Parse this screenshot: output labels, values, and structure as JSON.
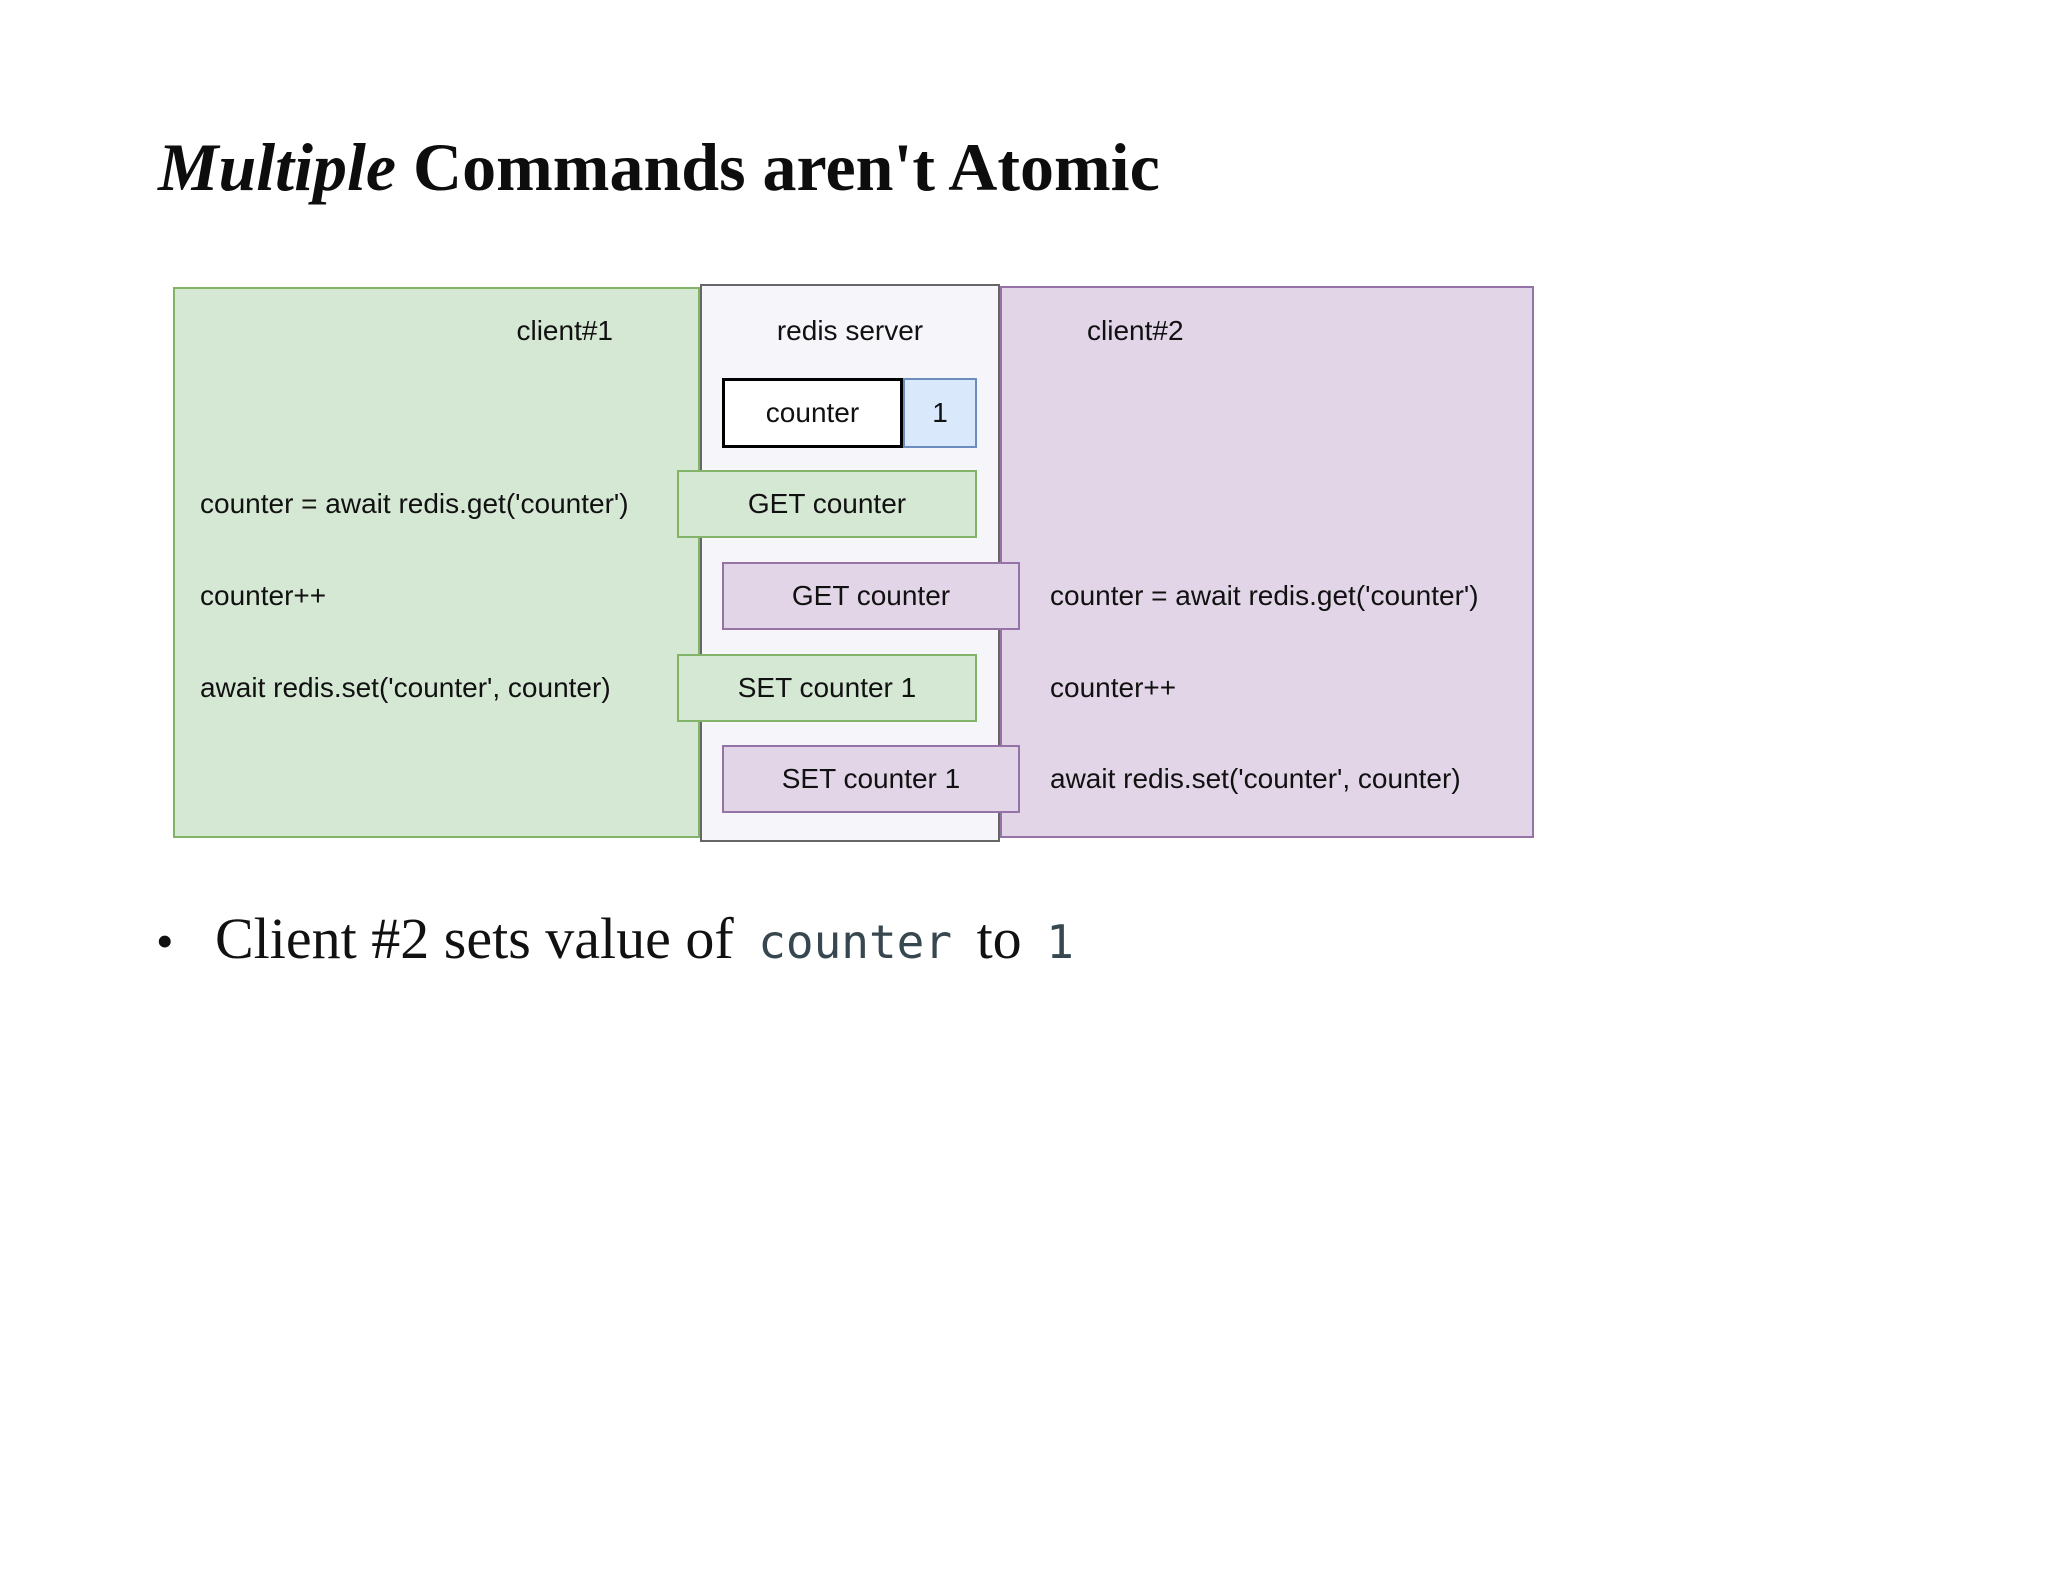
{
  "title": {
    "italic_part": "Multiple",
    "regular_part": " Commands aren't Atomic"
  },
  "diagram": {
    "client1_label": "client#1",
    "server_label": "redis server",
    "client2_label": "client#2",
    "kv": {
      "key": "counter",
      "value": "1"
    },
    "ops": [
      {
        "text": "GET counter",
        "by": "client1"
      },
      {
        "text": "GET counter",
        "by": "client2"
      },
      {
        "text": "SET counter 1",
        "by": "client1"
      },
      {
        "text": "SET counter 1",
        "by": "client2"
      }
    ],
    "client1_code": [
      "counter = await redis.get('counter')",
      "counter++",
      "await redis.set('counter', counter)"
    ],
    "client2_code": [
      "counter = await redis.get('counter')",
      "counter++",
      "await redis.set('counter', counter)"
    ]
  },
  "bullet": {
    "marker": "•",
    "text_1": "Client #2 sets value of ",
    "code_1": "counter",
    "text_2": " to ",
    "code_2": "1"
  },
  "colors": {
    "client1_fill": "#d5e8d4",
    "client1_border": "#82b366",
    "client2_fill": "#e1d5e7",
    "client2_border": "#9673a6",
    "server_fill": "#f6f5f9",
    "server_border": "#666666",
    "value_fill": "#dae8fc",
    "value_border": "#6c8ebf",
    "code_color": "#37474f"
  }
}
